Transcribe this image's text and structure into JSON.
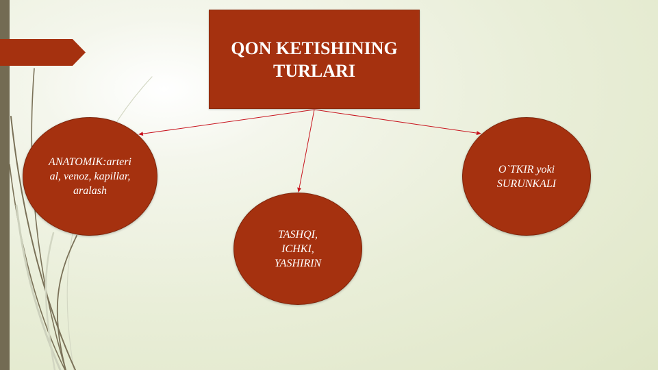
{
  "slide": {
    "title": "QON KETISHINING TURLARI",
    "nodes": [
      {
        "id": "anatomik",
        "text": "ANATOMIK:arterial, venoz, kapillar, aralash"
      },
      {
        "id": "tashqi",
        "text": "TASHQI, ICHKI, YASHIRIN"
      },
      {
        "id": "otkir",
        "text": "O`TKIR yoki SURUNKALI"
      }
    ],
    "colors": {
      "accent": "#a5310f",
      "connector": "#c8141e",
      "sidebar": "#736b53",
      "background": "#e9eed8"
    }
  }
}
